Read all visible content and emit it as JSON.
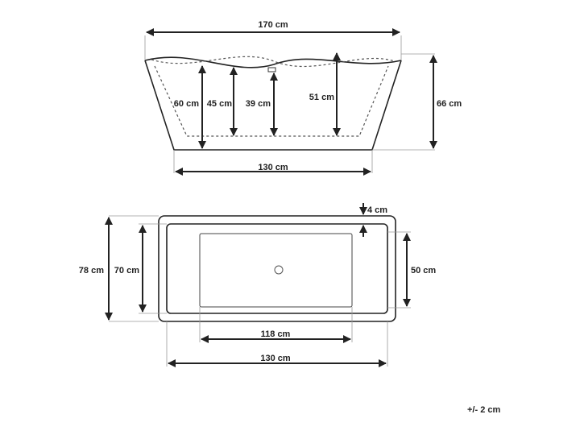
{
  "side_view": {
    "total_length": "170 cm",
    "height_60": "60 cm",
    "depth_45": "45 cm",
    "overflow_height": "39 cm",
    "inner_height": "51 cm",
    "total_height": "66 cm",
    "base_length": "130 cm"
  },
  "top_view": {
    "rim_thickness": "4 cm",
    "outer_width": "78 cm",
    "inner_width": "70 cm",
    "base_width": "50 cm",
    "base_length": "118 cm",
    "inner_length": "130 cm"
  },
  "tolerance": "+/- 2 cm",
  "colors": {
    "line": "#222222",
    "extension": "#9a9a9a"
  }
}
